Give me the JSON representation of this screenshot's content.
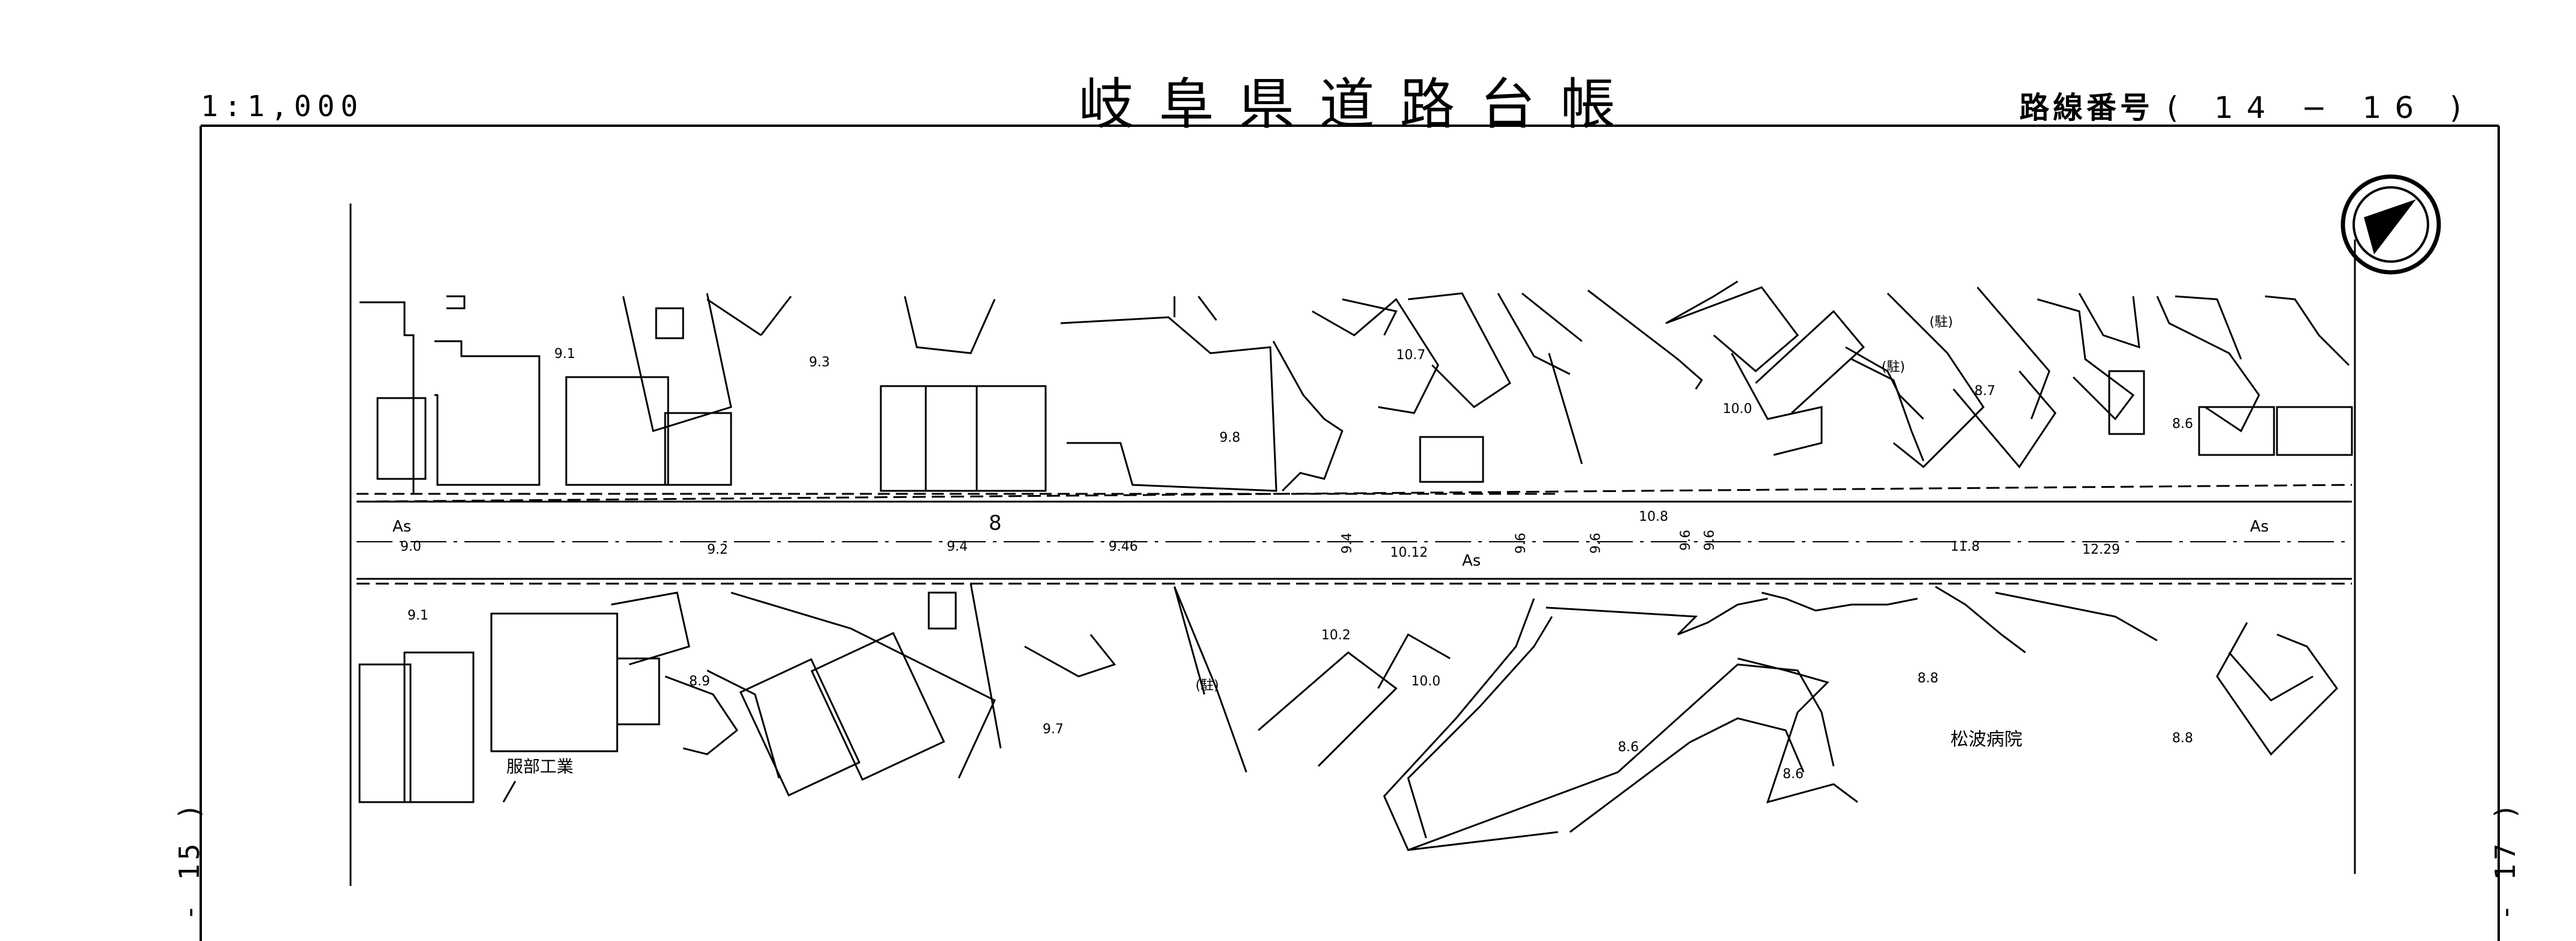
{
  "header": {
    "scale": "1:1,000",
    "title": "岐阜県道路台帳",
    "route_label": "路線番号",
    "route_number": "( 14 − 16 )"
  },
  "sheet_refs": {
    "previous": "- 15 )",
    "next": "- 17 )"
  },
  "map": {
    "road_surface": "As",
    "km_marker": "8",
    "elevations": [
      "9.1",
      "9.3",
      "9.8",
      "10.7",
      "10.0",
      "8.7",
      "8.6",
      "9.0",
      "9.2",
      "9.4",
      "9.46",
      "9.4",
      "10.12",
      "9.6",
      "9.6",
      "10.8",
      "9.6",
      "9.6",
      "11.8",
      "12.29",
      "9.1",
      "8.9",
      "9.7",
      "10.2",
      "10.0",
      "8.8",
      "8.6",
      "8.6",
      "8.8"
    ],
    "labels": {
      "parking_1": "(駐)",
      "parking_2": "(駐)",
      "parking_3": "(駐)",
      "hospital": "松波病院",
      "factory": "服部工業"
    }
  }
}
